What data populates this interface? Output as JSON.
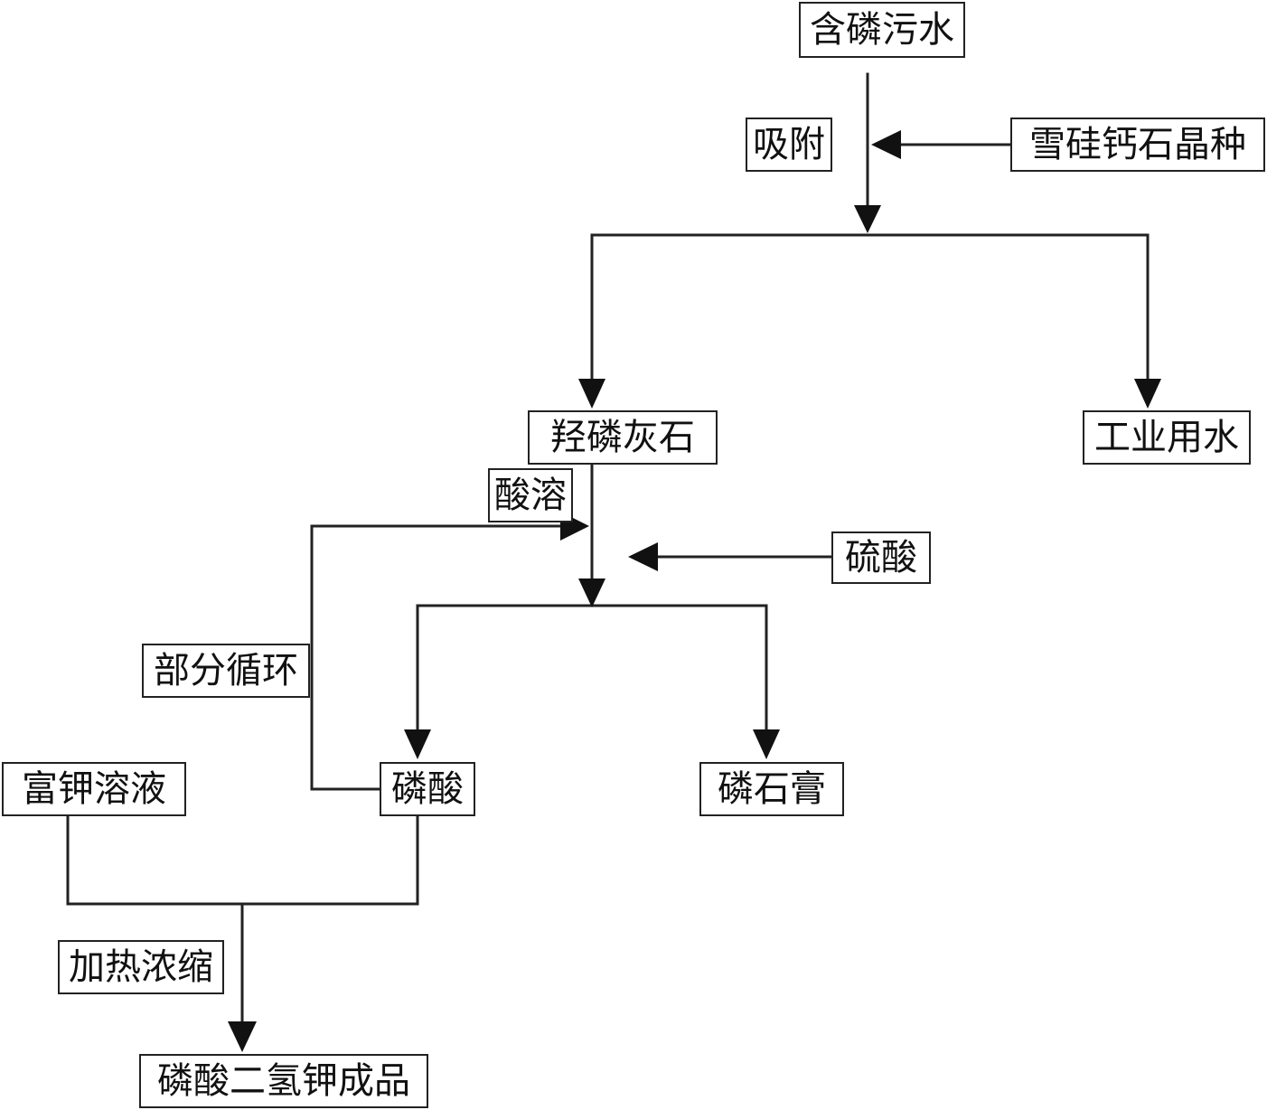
{
  "nodes": {
    "wastewater": "含磷污水",
    "seed": "雪硅钙石晶种",
    "hydroxyapatite": "羟磷灰石",
    "industrial_water": "工业用水",
    "sulfuric_acid": "硫酸",
    "phosphoric_acid": "磷酸",
    "phosphogypsum": "磷石膏",
    "potassium_solution": "富钾溶液",
    "product": "磷酸二氢钾成品"
  },
  "steps": {
    "adsorption": "吸附",
    "acid_dissolution": "酸溶",
    "partial_recycle": "部分循环",
    "heat_concentrate": "加热浓缩"
  }
}
